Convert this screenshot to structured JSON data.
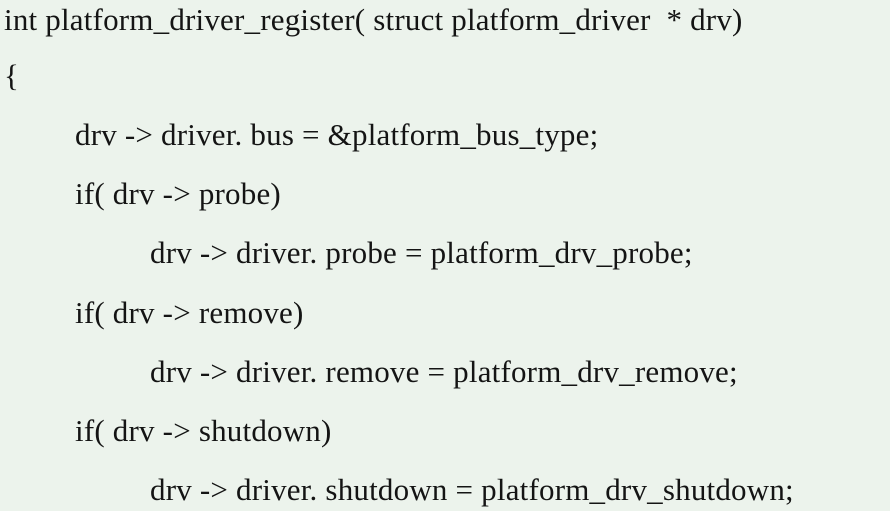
{
  "code": {
    "lines": [
      "int platform_driver_register( struct platform_driver  * drv)",
      "{",
      "drv -> driver. bus = &platform_bus_type;",
      "if( drv -> probe)",
      "drv -> driver. probe = platform_drv_probe;",
      "if( drv -> remove)",
      "drv -> driver. remove = platform_drv_remove;",
      "if( drv -> shutdown)",
      "drv -> driver. shutdown = platform_drv_shutdown;"
    ]
  }
}
